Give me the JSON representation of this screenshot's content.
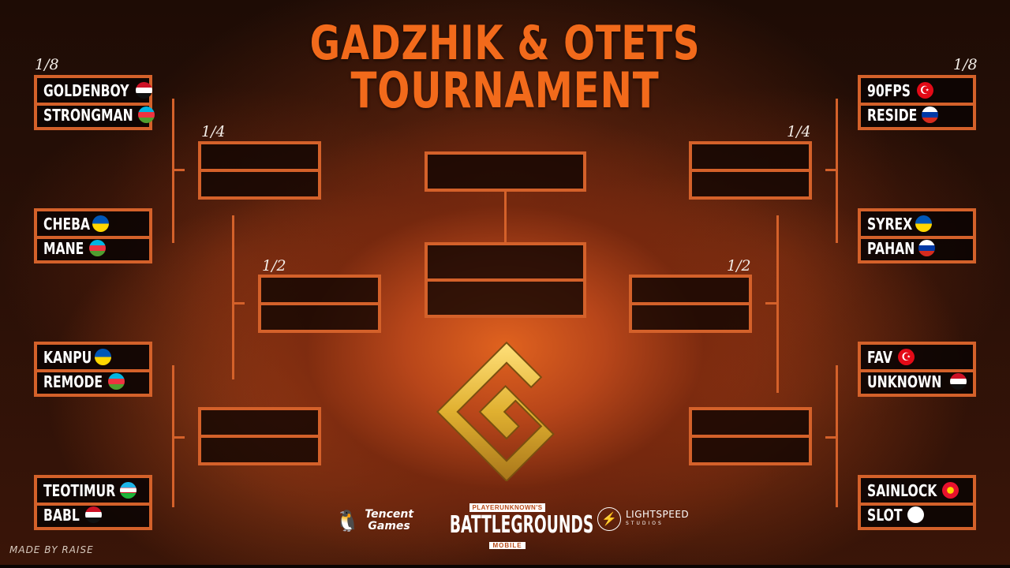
{
  "title": {
    "line1": "GADZHIK & OTETS",
    "line2": "TOURNAMENT"
  },
  "round_labels": {
    "left_eighth": "1/8",
    "right_eighth": "1/8",
    "left_quarter": "1/4",
    "right_quarter": "1/4",
    "left_semi": "1/2",
    "right_semi": "1/2"
  },
  "left_bracket": {
    "round_of_16": [
      {
        "top": {
          "name": "GOLDENBOY",
          "flag": "syria-flag"
        },
        "bottom": {
          "name": "STRONGMAN",
          "flag": "azerbaijan-flag"
        }
      },
      {
        "top": {
          "name": "CHEBA",
          "flag": "ukraine-flag"
        },
        "bottom": {
          "name": "MANE",
          "flag": "azerbaijan-flag"
        }
      },
      {
        "top": {
          "name": "KANPU",
          "flag": "ukraine-flag"
        },
        "bottom": {
          "name": "REMODE",
          "flag": "azerbaijan-flag"
        }
      },
      {
        "top": {
          "name": "TEOTIMUR",
          "flag": "uzbekistan-flag"
        },
        "bottom": {
          "name": "BABL",
          "flag": "iraq-flag"
        }
      }
    ],
    "quarterfinals": [
      {
        "top": "",
        "bottom": ""
      },
      {
        "top": "",
        "bottom": ""
      }
    ],
    "semifinal": {
      "top": "",
      "bottom": ""
    }
  },
  "right_bracket": {
    "round_of_16": [
      {
        "top": {
          "name": "90FPS",
          "flag": "turkey-flag"
        },
        "bottom": {
          "name": "RESIDE",
          "flag": "russia-flag"
        }
      },
      {
        "top": {
          "name": "SYREX",
          "flag": "ukraine-flag"
        },
        "bottom": {
          "name": "PAHAN",
          "flag": "russia-flag"
        }
      },
      {
        "top": {
          "name": "FAV",
          "flag": "turkey-flag"
        },
        "bottom": {
          "name": "UNKNOWN",
          "flag": "iraq-flag"
        }
      },
      {
        "top": {
          "name": "SAINLOCK",
          "flag": "kyrgyzstan-flag"
        },
        "bottom": {
          "name": "SLOT",
          "flag": "blank-white-flag"
        }
      }
    ],
    "quarterfinals": [
      {
        "top": "",
        "bottom": ""
      },
      {
        "top": "",
        "bottom": ""
      }
    ],
    "semifinal": {
      "top": "",
      "bottom": ""
    }
  },
  "final": {
    "winner": "",
    "top": "",
    "bottom": ""
  },
  "sponsors": {
    "tencent": {
      "line1": "Tencent",
      "line2": "Games"
    },
    "pubg": {
      "top": "PLAYERUNKNOWN'S",
      "main": "BATTLEGROUNDS",
      "bottom": "MOBILE"
    },
    "lightspeed": {
      "main": "LIGHTSPEED",
      "sub": "STUDIOS"
    }
  },
  "credit": "MADE BY RAISE",
  "colors": {
    "accent": "#d4612a",
    "title": "#f26a1b",
    "logo_gold": "#e0b030",
    "box_fill": "#0c0403"
  }
}
